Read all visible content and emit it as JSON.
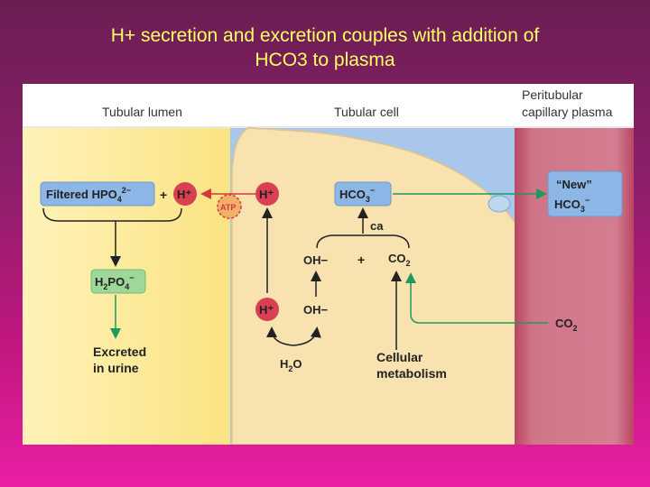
{
  "slide": {
    "title_line1": "H+ secretion and excretion couples with  addition of",
    "title_line2": "HCO3 to plasma"
  },
  "figure": {
    "headers": {
      "tubular_lumen": "Tubular lumen",
      "tubular_cell": "Tubular cell",
      "peritubular_line1": "Peritubular",
      "peritubular_line2": "capillary plasma"
    },
    "lumen": {
      "filtered_label": "Filtered HPO",
      "filtered_sub": "4",
      "filtered_sup": "2−",
      "plus": "+",
      "h_plus": "H⁺",
      "h2po4_main": "H",
      "h2po4_sub1": "2",
      "h2po4_mid": "PO",
      "h2po4_sub2": "4",
      "h2po4_sup": "−",
      "excreted_line1": "Excreted",
      "excreted_line2": "in urine"
    },
    "cell": {
      "atp": "ATP",
      "h_plus_top": "H⁺",
      "hco3_main": "HCO",
      "hco3_sub": "3",
      "hco3_sup": "−",
      "ca": "ca",
      "oh": "OH−",
      "plus": "+",
      "co2_main": "CO",
      "co2_sub": "2",
      "h_plus_bottom": "H⁺",
      "oh_bottom": "OH−",
      "h2o_main": "H",
      "h2o_sub": "2",
      "h2o_end": "O",
      "cellular_line1": "Cellular",
      "cellular_line2": "metabolism"
    },
    "plasma": {
      "new_line1": "“New”",
      "new_hco3_main": "HCO",
      "new_hco3_sub": "3",
      "new_hco3_sup": "−",
      "co2_main": "CO",
      "co2_sub": "2"
    },
    "colors": {
      "lumen": "#fbe27a",
      "cell": "#f8e2b0",
      "interstitium": "#a9c7ea",
      "plasma": "#c95a72",
      "blue_box": "#8cb6e6",
      "green_box": "#9fd69a",
      "red_circle": "#d94052",
      "green_arrow": "#1f9a5a",
      "red_arrow": "#d33a3a"
    }
  }
}
